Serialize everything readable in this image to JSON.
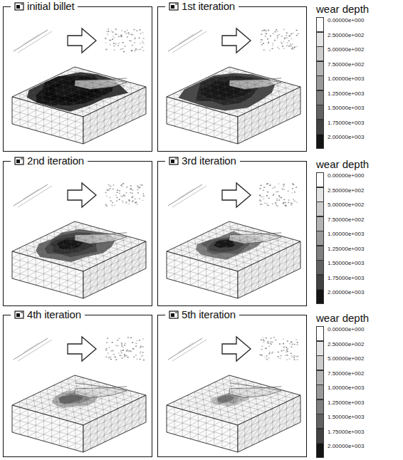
{
  "diagram": {
    "nodes": [
      {
        "text": [
          "initial billet"
        ]
      },
      {
        "text": [
          "1st iteration"
        ]
      },
      {
        "text": [
          "2nd iteration"
        ]
      },
      {
        "text": [
          "3rd iteration"
        ]
      },
      {
        "text": [
          "4th iteration"
        ]
      },
      {
        "text": [
          "5th iteration"
        ]
      }
    ],
    "labels": [
      "wear depth",
      "wear depth",
      "wear depth"
    ],
    "legend": [
      {
        "text": "0.00000e+000",
        "color": "#ffffff"
      },
      {
        "text": "2.50000e+002",
        "color": "#e4e4e4"
      },
      {
        "text": "5.00000e+002",
        "color": "#cccccc"
      },
      {
        "text": "7.50000e+002",
        "color": "#b4b4b4"
      },
      {
        "text": "1.00000e+003",
        "color": "#9a9a9a"
      },
      {
        "text": "1.25000e+003",
        "color": "#808080"
      },
      {
        "text": "1.50000e+003",
        "color": "#626262"
      },
      {
        "text": "1.75000e+003",
        "color": "#424242"
      },
      {
        "text": "2.00000e+003",
        "color": "#141414"
      },
      {
        "text": "0.00000e+000",
        "color": "#ffffff"
      },
      {
        "text": "2.50000e+002",
        "color": "#e4e4e4"
      },
      {
        "text": "5.00000e+002",
        "color": "#cccccc"
      },
      {
        "text": "7.50000e+002",
        "color": "#b4b4b4"
      },
      {
        "text": "1.00000e+003",
        "color": "#9a9a9a"
      },
      {
        "text": "1.25000e+003",
        "color": "#808080"
      },
      {
        "text": "1.50000e+003",
        "color": "#626262"
      },
      {
        "text": "1.75000e+003",
        "color": "#424242"
      },
      {
        "text": "2.00000e+003",
        "color": "#141414"
      },
      {
        "text": "0.00000e+000",
        "color": "#ffffff"
      },
      {
        "text": "2.50000e+002",
        "color": "#e4e4e4"
      },
      {
        "text": "5.00000e+002",
        "color": "#cccccc"
      },
      {
        "text": "7.50000e+002",
        "color": "#b4b4b4"
      },
      {
        "text": "1.00000e+003",
        "color": "#9a9a9a"
      },
      {
        "text": "1.25000e+003",
        "color": "#808080"
      },
      {
        "text": "1.50000e+003",
        "color": "#626262"
      },
      {
        "text": "1.75000e+003",
        "color": "#424242"
      },
      {
        "text": "2.00000e+003",
        "color": "#141414"
      }
    ]
  }
}
